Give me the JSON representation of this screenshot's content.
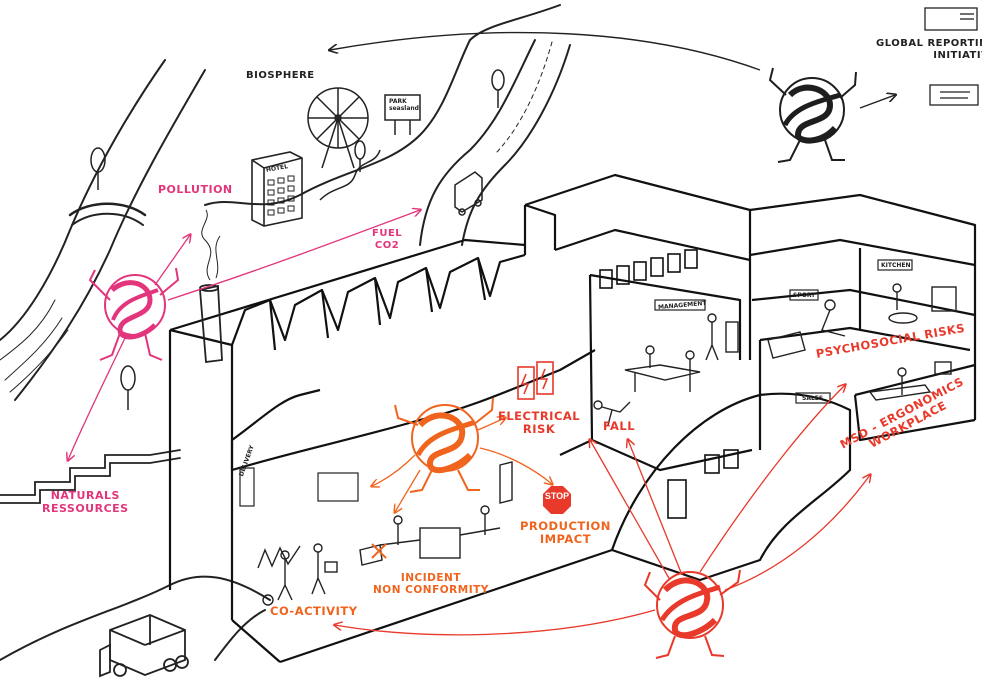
{
  "labels": {
    "global_reporting": [
      "GLOBAL REPORTING",
      "INITIATIVE"
    ],
    "biosphere": "BIOSPHERE",
    "pollution": "POLLUTION",
    "fuel_co2": [
      "FUEL",
      "CO2"
    ],
    "naturals_ressources": [
      "NATURALS",
      "RESSOURCES"
    ],
    "electrical_risk": [
      "ELECTRICAL",
      "RISK"
    ],
    "fall": "FALL",
    "stop": "STOP",
    "production_impact": [
      "PRODUCTION",
      "IMPACT"
    ],
    "incident": [
      "INCIDENT",
      "NON CONFORMITY"
    ],
    "co_activity": "CO-ACTIVITY",
    "psychosocial_risks": "PSYCHOSOCIAL RISKS",
    "msd_ergonomics": [
      "MSD - ERGONOMICS",
      "WORKPLACE"
    ]
  },
  "signs": {
    "park": [
      "PARK",
      "seasland"
    ],
    "hotel": "HOTEL",
    "management": "MANAGEMENT",
    "sport": "SPORT",
    "kitchen": "KITCHEN",
    "sales": "SALES",
    "delivery": "DELIVERY"
  },
  "colors": {
    "ink": "#222222",
    "pink": "#e2357c",
    "red": "#e8392a",
    "orange": "#f0641e",
    "character_black": "#1e1e1e"
  }
}
